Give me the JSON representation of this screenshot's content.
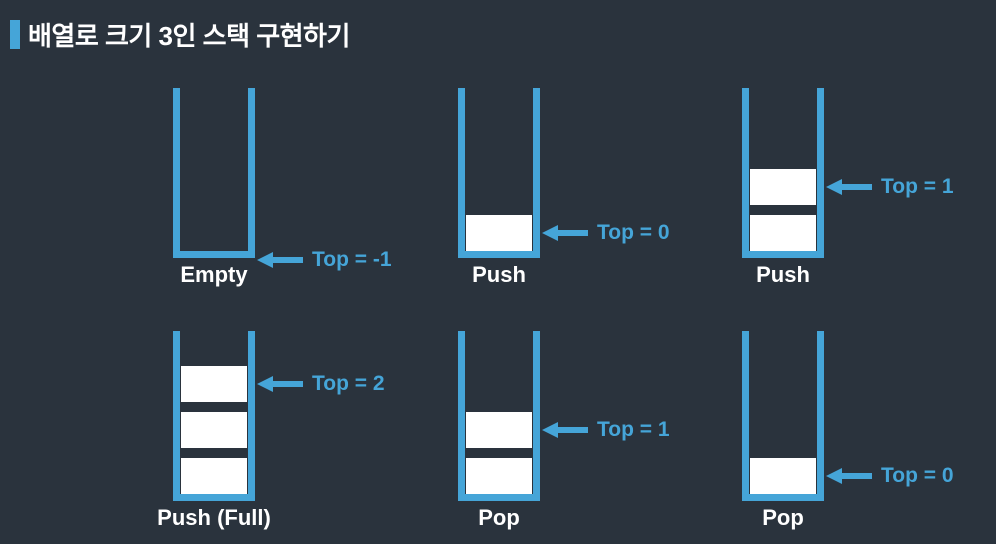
{
  "title": {
    "text": "배열로 크기 3인 스택 구현하기"
  },
  "colors": {
    "background": "#2a333d",
    "stack_outline": "#45a5d8",
    "pointer": "#45a5d8",
    "item_fill": "#ffffff",
    "label_text": "#ffffff"
  },
  "stack_capacity": 3,
  "stacks": [
    {
      "label": "Empty",
      "items": 0,
      "top_index": -1,
      "top_pointer": "Top = -1"
    },
    {
      "label": "Push",
      "items": 1,
      "top_index": 0,
      "top_pointer": "Top = 0"
    },
    {
      "label": "Push",
      "items": 2,
      "top_index": 1,
      "top_pointer": "Top = 1"
    },
    {
      "label": "Push (Full)",
      "items": 3,
      "top_index": 2,
      "top_pointer": "Top = 2"
    },
    {
      "label": "Pop",
      "items": 2,
      "top_index": 1,
      "top_pointer": "Top = 1"
    },
    {
      "label": "Pop",
      "items": 1,
      "top_index": 0,
      "top_pointer": "Top = 0"
    }
  ]
}
